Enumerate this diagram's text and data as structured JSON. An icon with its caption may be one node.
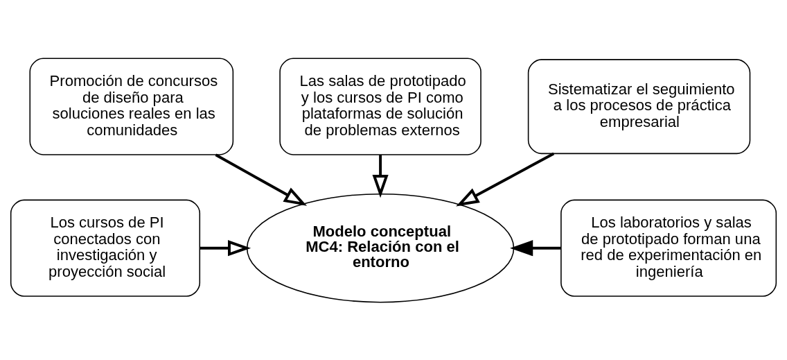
{
  "diagram": {
    "nodes": [
      {
        "text": [
          "Modelo conceptual MC4: Relación con el entorno"
        ]
      },
      {
        "text": [
          "Las salas de prototipado y los cursos de PI como plataformas de solución de problemas externos"
        ]
      },
      {
        "text": [
          "Promoción de concursos de diseño para soluciones reales en las comunidades"
        ]
      },
      {
        "text": [
          "Sistematizar el seguimiento a los procesos de práctica empresarial"
        ]
      },
      {
        "text": [
          "Los cursos de PI conectados con investigación y proyección social"
        ]
      },
      {
        "text": [
          "Los laboratorios y salas de prototipado forman una red de experimentación en ingeniería"
        ]
      }
    ],
    "edges": [
      {
        "from": 1,
        "to": 0,
        "arrow": "to"
      },
      {
        "from": 2,
        "to": 0,
        "arrow": "to"
      },
      {
        "from": 3,
        "to": 0,
        "arrow": "to"
      },
      {
        "from": 4,
        "to": 0,
        "arrow": "to"
      },
      {
        "from": 5,
        "to": 0,
        "arrow": "to"
      }
    ]
  }
}
